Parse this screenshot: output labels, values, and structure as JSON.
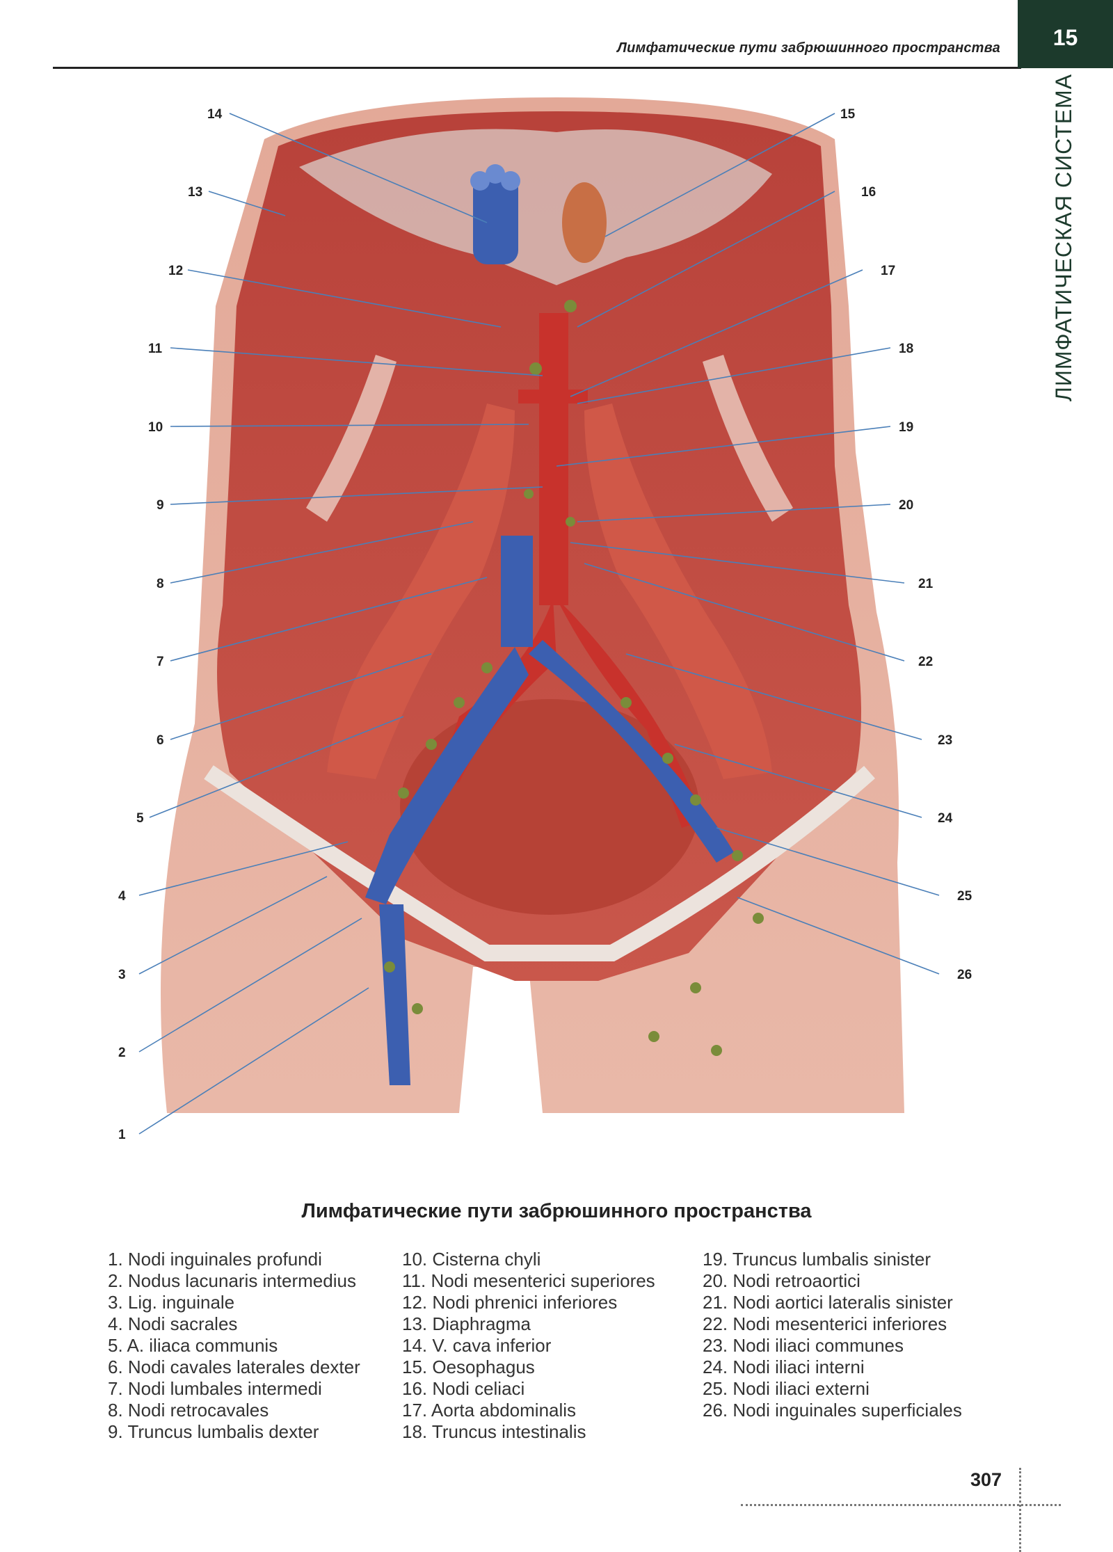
{
  "header": {
    "title": "Лимфатические пути забрюшинного пространства",
    "chapter": "15"
  },
  "side_label": "ЛИМФАТИЧЕСКАЯ СИСТЕМА",
  "caption": "Лимфатические пути забрюшинного пространства",
  "callouts": {
    "c1": "1",
    "c2": "2",
    "c3": "3",
    "c4": "4",
    "c5": "5",
    "c6": "6",
    "c7": "7",
    "c8": "8",
    "c9": "9",
    "c10": "10",
    "c11": "11",
    "c12": "12",
    "c13": "13",
    "c14": "14",
    "c15": "15",
    "c16": "16",
    "c17": "17",
    "c18": "18",
    "c19": "19",
    "c20": "20",
    "c21": "21",
    "c22": "22",
    "c23": "23",
    "c24": "24",
    "c25": "25",
    "c26": "26"
  },
  "legend": {
    "col1": [
      "1. Nodi inguinales profundi",
      "2. Nodus lacunaris intermedius",
      "3. Lig. inguinale",
      "4. Nodi sacrales",
      "5. A. iliaca communis",
      "6. Nodi cavales laterales dexter",
      "7. Nodi lumbales intermedi",
      "8. Nodi retrocavales",
      "9. Truncus lumbalis dexter"
    ],
    "col2": [
      "10. Cisterna chyli",
      "11. Nodi mesenterici superiores",
      "12. Nodi phrenici inferiores",
      "13. Diaphragma",
      "14. V. cava inferior",
      "15. Oesophagus",
      "16. Nodi celiaci",
      "17. Aorta abdominalis",
      "18. Truncus intestinalis"
    ],
    "col3": [
      "19. Truncus lumbalis sinister",
      "20. Nodi retroaortici",
      "21. Nodi aortici lateralis sinister",
      "22. Nodi mesenterici inferiores",
      "23. Nodi iliaci communes",
      "24. Nodi iliaci interni",
      "25. Nodi iliaci externi",
      "26. Nodi inguinales superficiales"
    ]
  },
  "page_number": "307",
  "colors": {
    "muscle": "#c9473f",
    "artery": "#c8322c",
    "vein": "#3c5fb0",
    "lymph": "#7a8c3a",
    "tab": "#1c3a2c",
    "leader": "#4a7fb8"
  }
}
